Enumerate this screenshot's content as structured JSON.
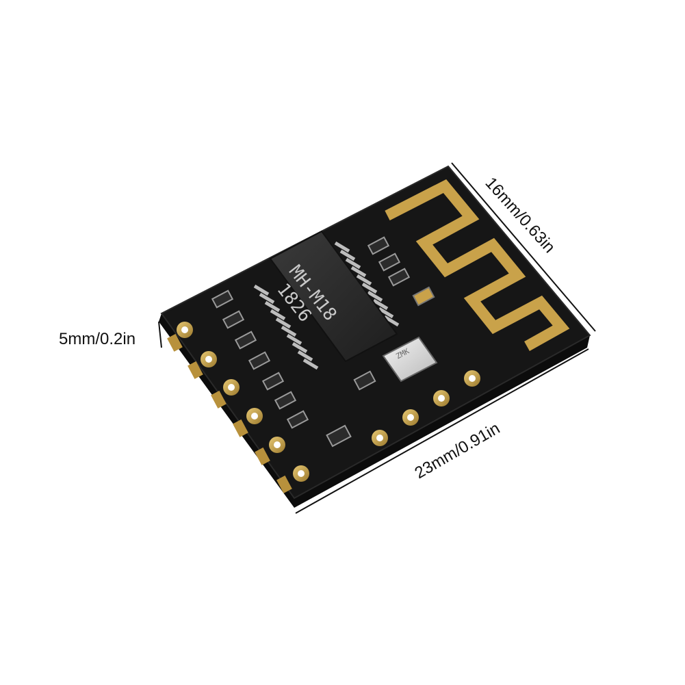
{
  "dimensions": {
    "width": "23mm/0.91in",
    "depth": "16mm/0.63in",
    "height": "5mm/0.2in"
  },
  "chip": {
    "line1": "MH-M18",
    "line2": "1826"
  },
  "crystal": {
    "marking": "ZMK"
  },
  "colors": {
    "board": "#141414",
    "gold": "#c9a24a",
    "chip": "#2a2a2a",
    "background": "#ffffff"
  }
}
